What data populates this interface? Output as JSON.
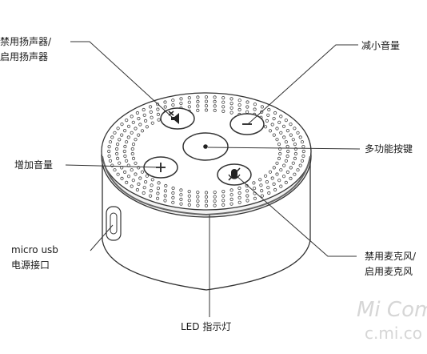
{
  "labels": {
    "mute_speaker_line1": "禁用扬声器/",
    "mute_speaker_line2": "启用扬声器",
    "volume_down": "减小音量",
    "multi_function": "多功能按键",
    "volume_up": "增加音量",
    "micro_usb_line1": "micro usb",
    "micro_usb_line2": "电源接口",
    "mute_mic_line1": "禁用麦克风/",
    "mute_mic_line2": "启用麦克风",
    "led": "LED 指示灯"
  },
  "watermark": {
    "line1": "Mi Com",
    "line2": "c.mi.co"
  },
  "icons": {
    "speaker": "speaker-mute-icon",
    "minus": "minus-icon",
    "dot": "dot-icon",
    "plus": "plus-icon",
    "mic_mute": "mic-mute-icon"
  },
  "colors": {
    "stroke": "#333333",
    "watermark": "#d6d6d6"
  }
}
